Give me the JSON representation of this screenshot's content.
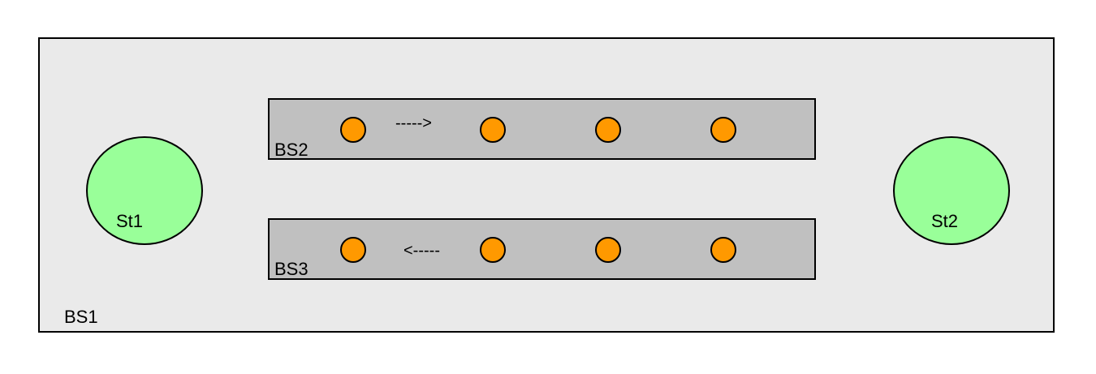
{
  "diagram": {
    "outer_label": "BS1",
    "lanes": [
      {
        "label": "BS2",
        "arrow": "----->"
      },
      {
        "label": "BS3",
        "arrow": "<-----"
      }
    ],
    "stations": [
      {
        "label": "St1"
      },
      {
        "label": "St2"
      }
    ],
    "colors": {
      "outer_fill": "#eaeaea",
      "lane_fill": "#c0c0c0",
      "station_fill": "#99ff99",
      "dot_fill": "#ff9900",
      "stroke": "#000000"
    }
  }
}
